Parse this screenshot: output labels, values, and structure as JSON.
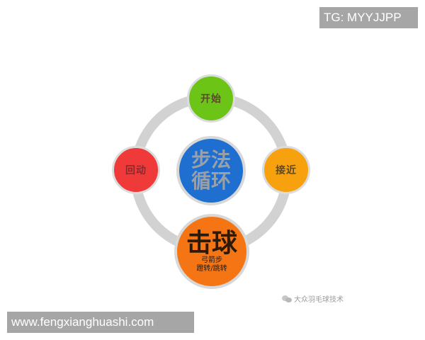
{
  "watermarks": {
    "top_right": "TG: MYYJJPP",
    "bottom_left": "www.fengxianghuashi.com",
    "source_label": "大众羽毛球技术"
  },
  "diagram": {
    "title": "步法循环",
    "nodes": [
      {
        "id": "start",
        "label": "开始",
        "position": "top",
        "color": "#6cc417"
      },
      {
        "id": "approach",
        "label": "接近",
        "position": "right",
        "color": "#f7a10f"
      },
      {
        "id": "hit",
        "label": "击球",
        "sublabel_line1": "弓箭步",
        "sublabel_line2": "蹬转/跳转",
        "position": "bottom",
        "color": "#f57414"
      },
      {
        "id": "return",
        "label": "回动",
        "position": "left",
        "color": "#f03a3a"
      }
    ],
    "center": {
      "label": "步法循环",
      "color": "#1e6fd0"
    },
    "ring_color": "#d0d0d0"
  }
}
